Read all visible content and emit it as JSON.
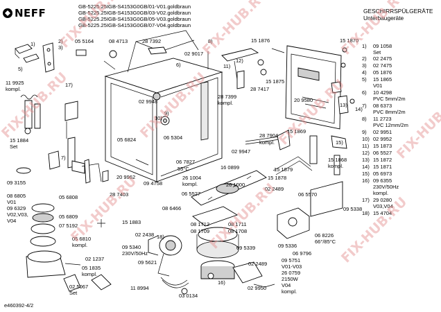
{
  "header": {
    "brand": "NEFF",
    "model_lines": [
      "GB-5225.25IGB-S4153G0GB/01-V01.goldbraun",
      "GB-5225.25IGB-S4153G0GB/03-V02.goldbraun",
      "GB-5225.25IGB-S4153G0GB/05-V03.goldbraun",
      "GB-5225.25IGB-S4153G0GB/07-V04.goldbraun"
    ],
    "category": "GESCHIRRSPÜLGERÄTE",
    "subcategory": "Unterbaugeräte"
  },
  "watermark": "FIX-HUB.RU",
  "footer": {
    "doc_id": "e460392-4/2"
  },
  "legend": [
    {
      "num": "1)",
      "lines": [
        "09 1058",
        "Set"
      ]
    },
    {
      "num": "2)",
      "lines": [
        "02 2475"
      ]
    },
    {
      "num": "3)",
      "lines": [
        "02 7475"
      ]
    },
    {
      "num": "4)",
      "lines": [
        "05 1876"
      ]
    },
    {
      "num": "5)",
      "lines": [
        "15 1865",
        "V01"
      ]
    },
    {
      "num": "6)",
      "lines": [
        "10 4298",
        "PVC 5mm/2m"
      ]
    },
    {
      "num": "7)",
      "lines": [
        "08 6373",
        "PVC 8mm/2m"
      ]
    },
    {
      "num": "8)",
      "lines": [
        "11 2723",
        "PVC 12mm/2m"
      ]
    },
    {
      "num": "9)",
      "lines": [
        "02 9951"
      ]
    },
    {
      "num": "10)",
      "lines": [
        "02 9952"
      ]
    },
    {
      "num": "11)",
      "lines": [
        "15 1873"
      ]
    },
    {
      "num": "12)",
      "lines": [
        "06 5527"
      ]
    },
    {
      "num": "13)",
      "lines": [
        "15 1872"
      ]
    },
    {
      "num": "14)",
      "lines": [
        "15 1871"
      ]
    },
    {
      "num": "15)",
      "lines": [
        "05 6973"
      ]
    },
    {
      "num": "16)",
      "lines": [
        "09 6355",
        "230V/50Hz",
        "kompl."
      ]
    },
    {
      "num": "17)",
      "lines": [
        "29 0280",
        "V03,V04"
      ]
    },
    {
      "num": "18)",
      "lines": [
        "15 4704"
      ]
    }
  ],
  "labels": [
    "05 5164",
    "08 4713",
    "28 7392",
    "11 9925",
    "kompl.",
    "02 9948",
    "02 9017",
    "15 1876",
    "15 1870",
    "15 1875",
    "28 7417",
    "28 7399",
    "kompl.",
    "15 1884",
    "Set",
    "05 6824",
    "06 5304",
    "20 9580",
    "15 1869",
    "28 7904",
    "kompl.",
    "02 9947",
    "09 3155",
    "20 9962",
    "06 7827",
    "55°C",
    "16 0899",
    "09 4758",
    "26 1004",
    "kompl.",
    "26 1000",
    "15 1879",
    "15 1878",
    "15 1868",
    "kompl.",
    "02 2489",
    "06 5570",
    "08 6805",
    "V01",
    "09 6329",
    "V02,V03,",
    "V04",
    "05 6808",
    "05 6809",
    "06 5527",
    "28 7403",
    "08 6466",
    "15 1883",
    "07 5192",
    "05 6810",
    "kompl.",
    "09 5338",
    "06 8226",
    "66°/85°C",
    "08 1712",
    "08 1709",
    "08 1711",
    "08 1708",
    "02 2438",
    "09 5340",
    "230V/50Hz",
    "09 5621",
    "09 5339",
    "09 5336",
    "06 9796",
    "02 1237",
    "05 1835",
    "kompl.",
    "02 5067",
    "Set",
    "11 8994",
    "02 2489",
    "09 5751",
    "V01-V03",
    "26 0759",
    "2150W",
    "V04",
    "kompl.",
    "02 9950",
    "03 0134"
  ]
}
